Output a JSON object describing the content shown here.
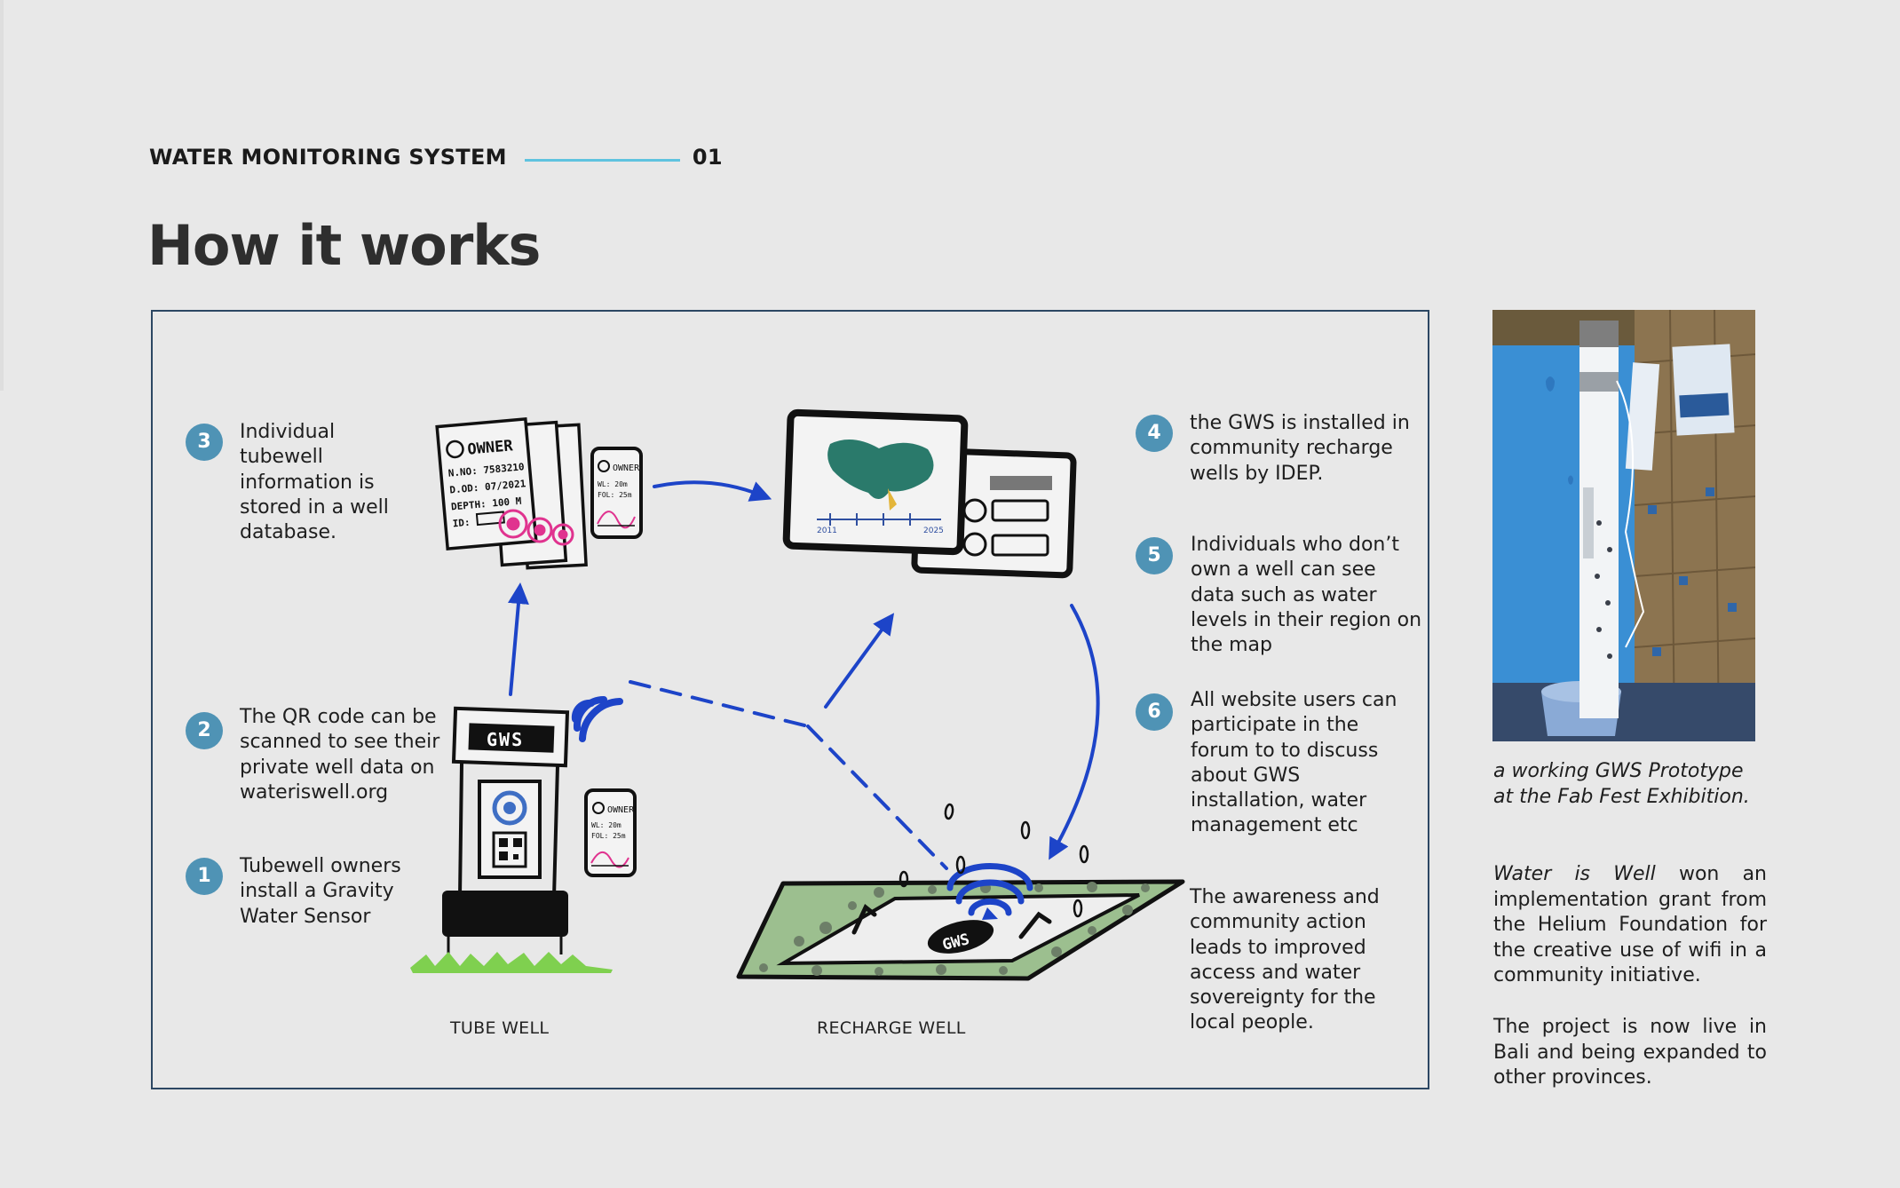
{
  "header": {
    "section": "WATER MONITORING SYSTEM",
    "number": "01",
    "title": "How it works",
    "rule_color": "#5fc3df"
  },
  "diagram": {
    "steps": [
      {
        "num": "1",
        "text": "Tubewell owners install a Gravity Water Sensor"
      },
      {
        "num": "2",
        "text": "The QR code can be scanned to see their private well data on wateriswell.org"
      },
      {
        "num": "3",
        "text": "Individual tubewell information is stored in a well database."
      },
      {
        "num": "4",
        "text": "the GWS is installed in community recharge wells by IDEP."
      },
      {
        "num": "5",
        "text": "Individuals who don’t own a well can see data such as water levels in their region on the map"
      },
      {
        "num": "6",
        "text": "All website users can participate in the forum to to discuss about GWS installation, water management etc"
      }
    ],
    "outcome": "The awareness and community action leads to improved access and water sovereignty for the local people.",
    "labels": {
      "tube_well": "TUBE WELL",
      "recharge_well": "RECHARGE WELL"
    },
    "sketch": {
      "sensor": "GWS",
      "device_label": "GWS",
      "owner_card": [
        "OWNER",
        "N.NO: 7583210",
        "D.OD: 07/2021",
        "DEPTH: 100 M",
        "ID:"
      ],
      "chart_years": [
        "2011",
        "2025"
      ],
      "phone_lines": [
        "WL: 20m",
        "FOL: 25m"
      ]
    },
    "colors": {
      "badge": "#4f93b5",
      "arrow": "#1d44c8",
      "frame": "#2c4763"
    }
  },
  "sidebar": {
    "photo_caption": "a working GWS Prototype at the Fab Fest Exhibition.",
    "para1_name": "Water is Well",
    "para1_rest": " won an implementation grant from the Helium Foundation for the creative use of wifi in a community initiative.",
    "para2": "The project is now live in Bali and being expanded to other provinces."
  }
}
